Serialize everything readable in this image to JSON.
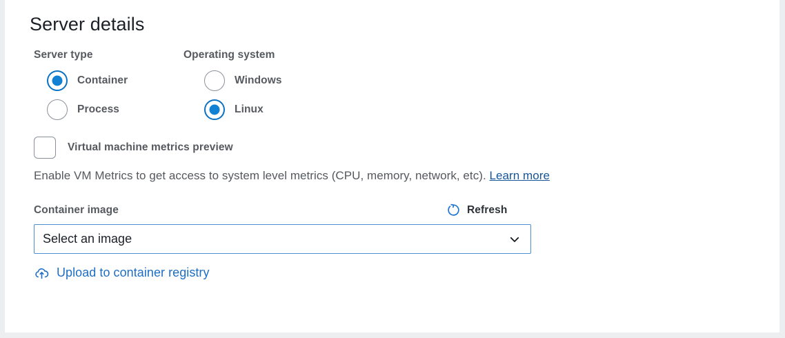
{
  "panel": {
    "title": "Server details"
  },
  "server_type": {
    "label": "Server type",
    "options": [
      {
        "label": "Container",
        "selected": true
      },
      {
        "label": "Process",
        "selected": false
      }
    ]
  },
  "operating_system": {
    "label": "Operating system",
    "options": [
      {
        "label": "Windows",
        "selected": false
      },
      {
        "label": "Linux",
        "selected": true
      }
    ]
  },
  "vm_metrics": {
    "checkbox_label": "Virtual machine metrics preview",
    "checked": false,
    "helper_text": "Enable VM Metrics to get access to system level metrics (CPU, memory, network, etc).",
    "helper_link": "Learn more"
  },
  "container_image": {
    "label": "Container image",
    "refresh_label": "Refresh",
    "refresh_icon": "refresh-circular-arrow-icon",
    "select_value": "Select an image",
    "select_placeholder": "Select an image",
    "chevron_icon": "chevron-down-icon"
  },
  "upload": {
    "label": "Upload to container registry",
    "icon": "cloud-upload-icon"
  },
  "colors": {
    "accent_blue": "#1281d4",
    "link_blue": "#1d6ec4",
    "underline_link_blue": "#15559a",
    "label_gray": "#56595e",
    "border_gray": "#8a8f99",
    "select_border": "#4b90d3",
    "page_background": "#eceef0",
    "card_background": "#ffffff"
  }
}
